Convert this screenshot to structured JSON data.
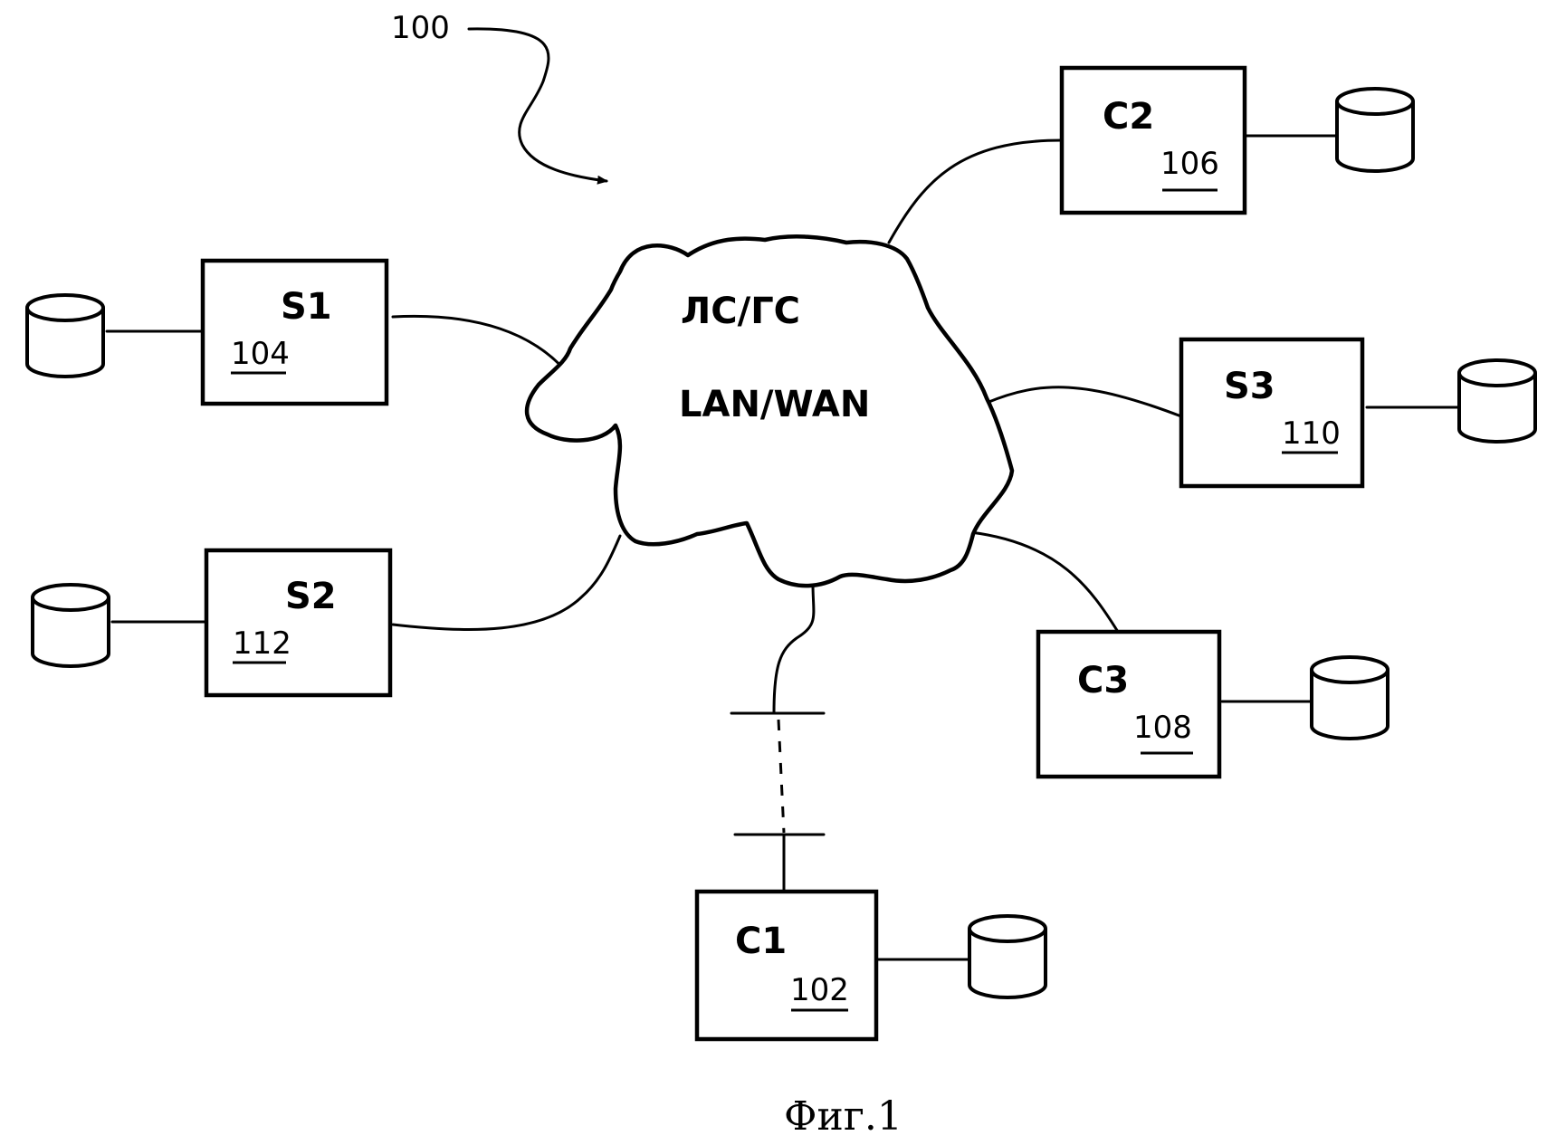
{
  "system_ref": "100",
  "network": {
    "label_ru": "ЛС/ГС",
    "label_en": "LAN/WAN"
  },
  "nodes": [
    {
      "id": "s1",
      "name": "S1",
      "ref": "104"
    },
    {
      "id": "s2",
      "name": "S2",
      "ref": "112"
    },
    {
      "id": "s3",
      "name": "S3",
      "ref": "110"
    },
    {
      "id": "c1",
      "name": "C1",
      "ref": "102"
    },
    {
      "id": "c2",
      "name": "C2",
      "ref": "106"
    },
    {
      "id": "c3",
      "name": "C3",
      "ref": "108"
    }
  ],
  "caption": "Фиг.1"
}
